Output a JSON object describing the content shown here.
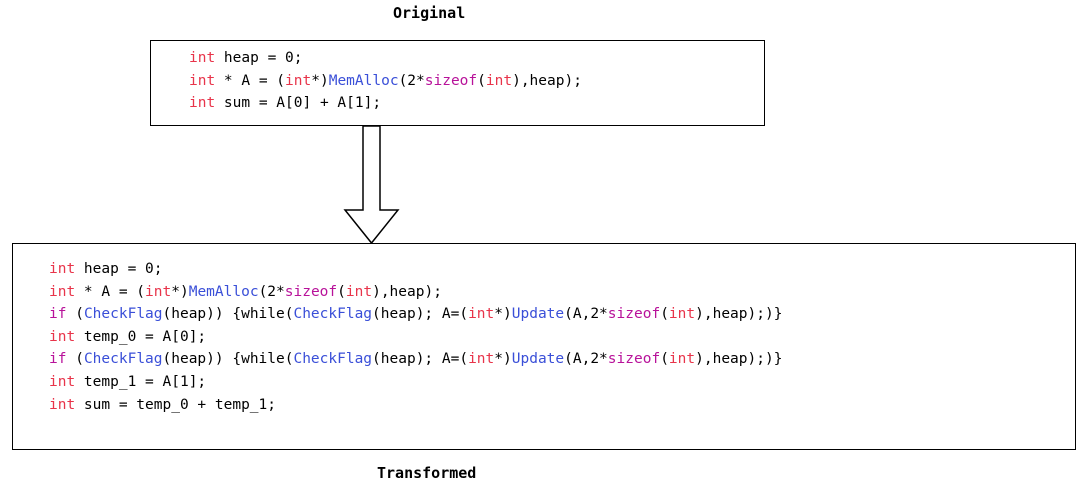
{
  "labels": {
    "original": "Original",
    "transformed": "Transformed"
  },
  "colors": {
    "keyword": "#e8344a",
    "function": "#3a4fd8",
    "operator": "#b8129a",
    "plain": "#000000",
    "border": "#000000"
  },
  "original_code": [
    [
      [
        "kw",
        "int"
      ],
      [
        "plain",
        " heap = 0;"
      ]
    ],
    [
      [
        "kw",
        "int"
      ],
      [
        "plain",
        " * A = ("
      ],
      [
        "kw",
        "int"
      ],
      [
        "plain",
        "*)"
      ],
      [
        "fn",
        "MemAlloc"
      ],
      [
        "plain",
        "(2*"
      ],
      [
        "op",
        "sizeof"
      ],
      [
        "plain",
        "("
      ],
      [
        "kw",
        "int"
      ],
      [
        "plain",
        "),heap);"
      ]
    ],
    [
      [
        "kw",
        "int"
      ],
      [
        "plain",
        " sum = A[0] + A[1];"
      ]
    ]
  ],
  "transformed_code": [
    [
      [
        "kw",
        "int"
      ],
      [
        "plain",
        " heap = 0;"
      ]
    ],
    [
      [
        "kw",
        "int"
      ],
      [
        "plain",
        " * A = ("
      ],
      [
        "kw",
        "int"
      ],
      [
        "plain",
        "*)"
      ],
      [
        "fn",
        "MemAlloc"
      ],
      [
        "plain",
        "(2*"
      ],
      [
        "op",
        "sizeof"
      ],
      [
        "plain",
        "("
      ],
      [
        "kw",
        "int"
      ],
      [
        "plain",
        "),heap);"
      ]
    ],
    [
      [
        "op",
        "if"
      ],
      [
        "plain",
        " ("
      ],
      [
        "fn",
        "CheckFlag"
      ],
      [
        "plain",
        "(heap)) {while("
      ],
      [
        "fn",
        "CheckFlag"
      ],
      [
        "plain",
        "(heap); A=("
      ],
      [
        "kw",
        "int"
      ],
      [
        "plain",
        "*)"
      ],
      [
        "fn",
        "Update"
      ],
      [
        "plain",
        "(A,2*"
      ],
      [
        "op",
        "sizeof"
      ],
      [
        "plain",
        "("
      ],
      [
        "kw",
        "int"
      ],
      [
        "plain",
        "),heap);)}"
      ]
    ],
    [
      [
        "kw",
        "int"
      ],
      [
        "plain",
        " temp_0 = A[0];"
      ]
    ],
    [
      [
        "op",
        "if"
      ],
      [
        "plain",
        " ("
      ],
      [
        "fn",
        "CheckFlag"
      ],
      [
        "plain",
        "(heap)) {while("
      ],
      [
        "fn",
        "CheckFlag"
      ],
      [
        "plain",
        "(heap); A=("
      ],
      [
        "kw",
        "int"
      ],
      [
        "plain",
        "*)"
      ],
      [
        "fn",
        "Update"
      ],
      [
        "plain",
        "(A,2*"
      ],
      [
        "op",
        "sizeof"
      ],
      [
        "plain",
        "("
      ],
      [
        "kw",
        "int"
      ],
      [
        "plain",
        "),heap);)}"
      ]
    ],
    [
      [
        "kw",
        "int"
      ],
      [
        "plain",
        " temp_1 = A[1];"
      ]
    ],
    [
      [
        "kw",
        "int"
      ],
      [
        "plain",
        " sum = temp_0 + temp_1;"
      ]
    ]
  ]
}
